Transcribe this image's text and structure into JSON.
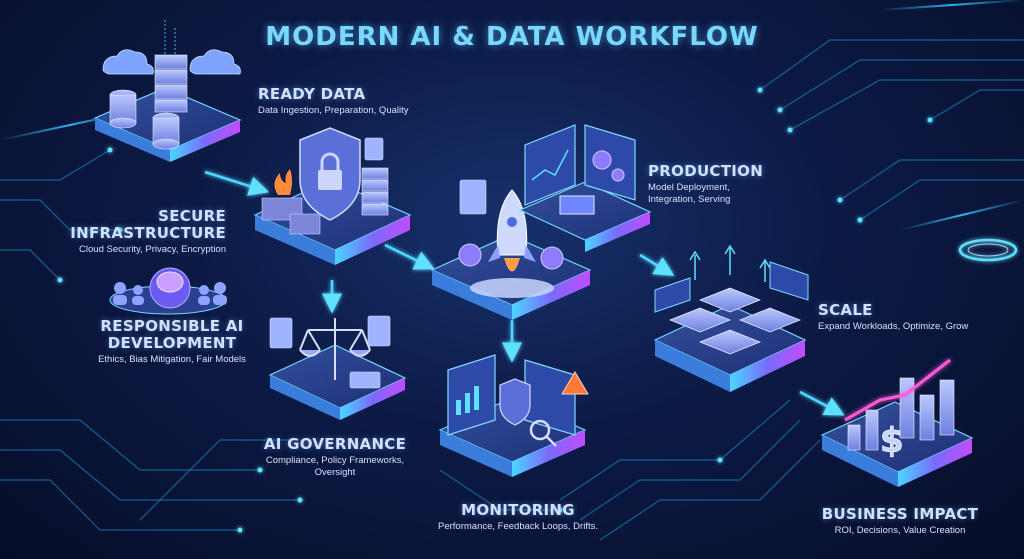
{
  "title": "MODERN AI & DATA WORKFLOW",
  "stages": {
    "ready_data": {
      "name": "READY DATA",
      "desc": "Data Ingestion, Preparation, Quality"
    },
    "secure_infrastructure": {
      "name_line1": "SECURE",
      "name_line2": "INFRASTRUCTURE",
      "desc": "Cloud Security, Privacy, Encryption"
    },
    "responsible_ai": {
      "name_line1": "RESPONSIBLE AI",
      "name_line2": "DEVELOPMENT",
      "desc": "Ethics, Bias Mitigation, Fair Models"
    },
    "production": {
      "name": "PRODUCTION",
      "desc_line1": "Model Deployment,",
      "desc_line2": "Integration, Serving"
    },
    "scale": {
      "name": "SCALE",
      "desc": "Expand Workloads, Optimize, Grow"
    },
    "ai_governance": {
      "name": "AI GOVERNANCE",
      "desc_line1": "Compliance, Policy Frameworks,",
      "desc_line2": "Oversight"
    },
    "monitoring": {
      "name": "MONITORING",
      "desc": "Performance, Feedback Loops, Drifts."
    },
    "business_impact": {
      "name": "BUSINESS IMPACT",
      "desc": "ROI, Decisions, Value Creation"
    }
  },
  "colors": {
    "background": "#0c1a45",
    "title": "#7ad8ff",
    "platform_top": "#2a3f8f",
    "platform_edge": "#5fe3ff",
    "arrow": "#4fd7ff",
    "accent_magenta": "#b04cff"
  },
  "icons": [
    "cloud-icon",
    "database-icon",
    "server-icon",
    "shield-lock-icon",
    "firewall-icon",
    "rocket-icon",
    "gear-icon",
    "dashboard-icon",
    "scales-icon",
    "document-icon",
    "brain-icon",
    "people-icon",
    "bar-chart-icon",
    "dollar-icon",
    "magnifier-icon",
    "warning-icon",
    "grid-cube-icon",
    "trend-arrow-icon"
  ]
}
